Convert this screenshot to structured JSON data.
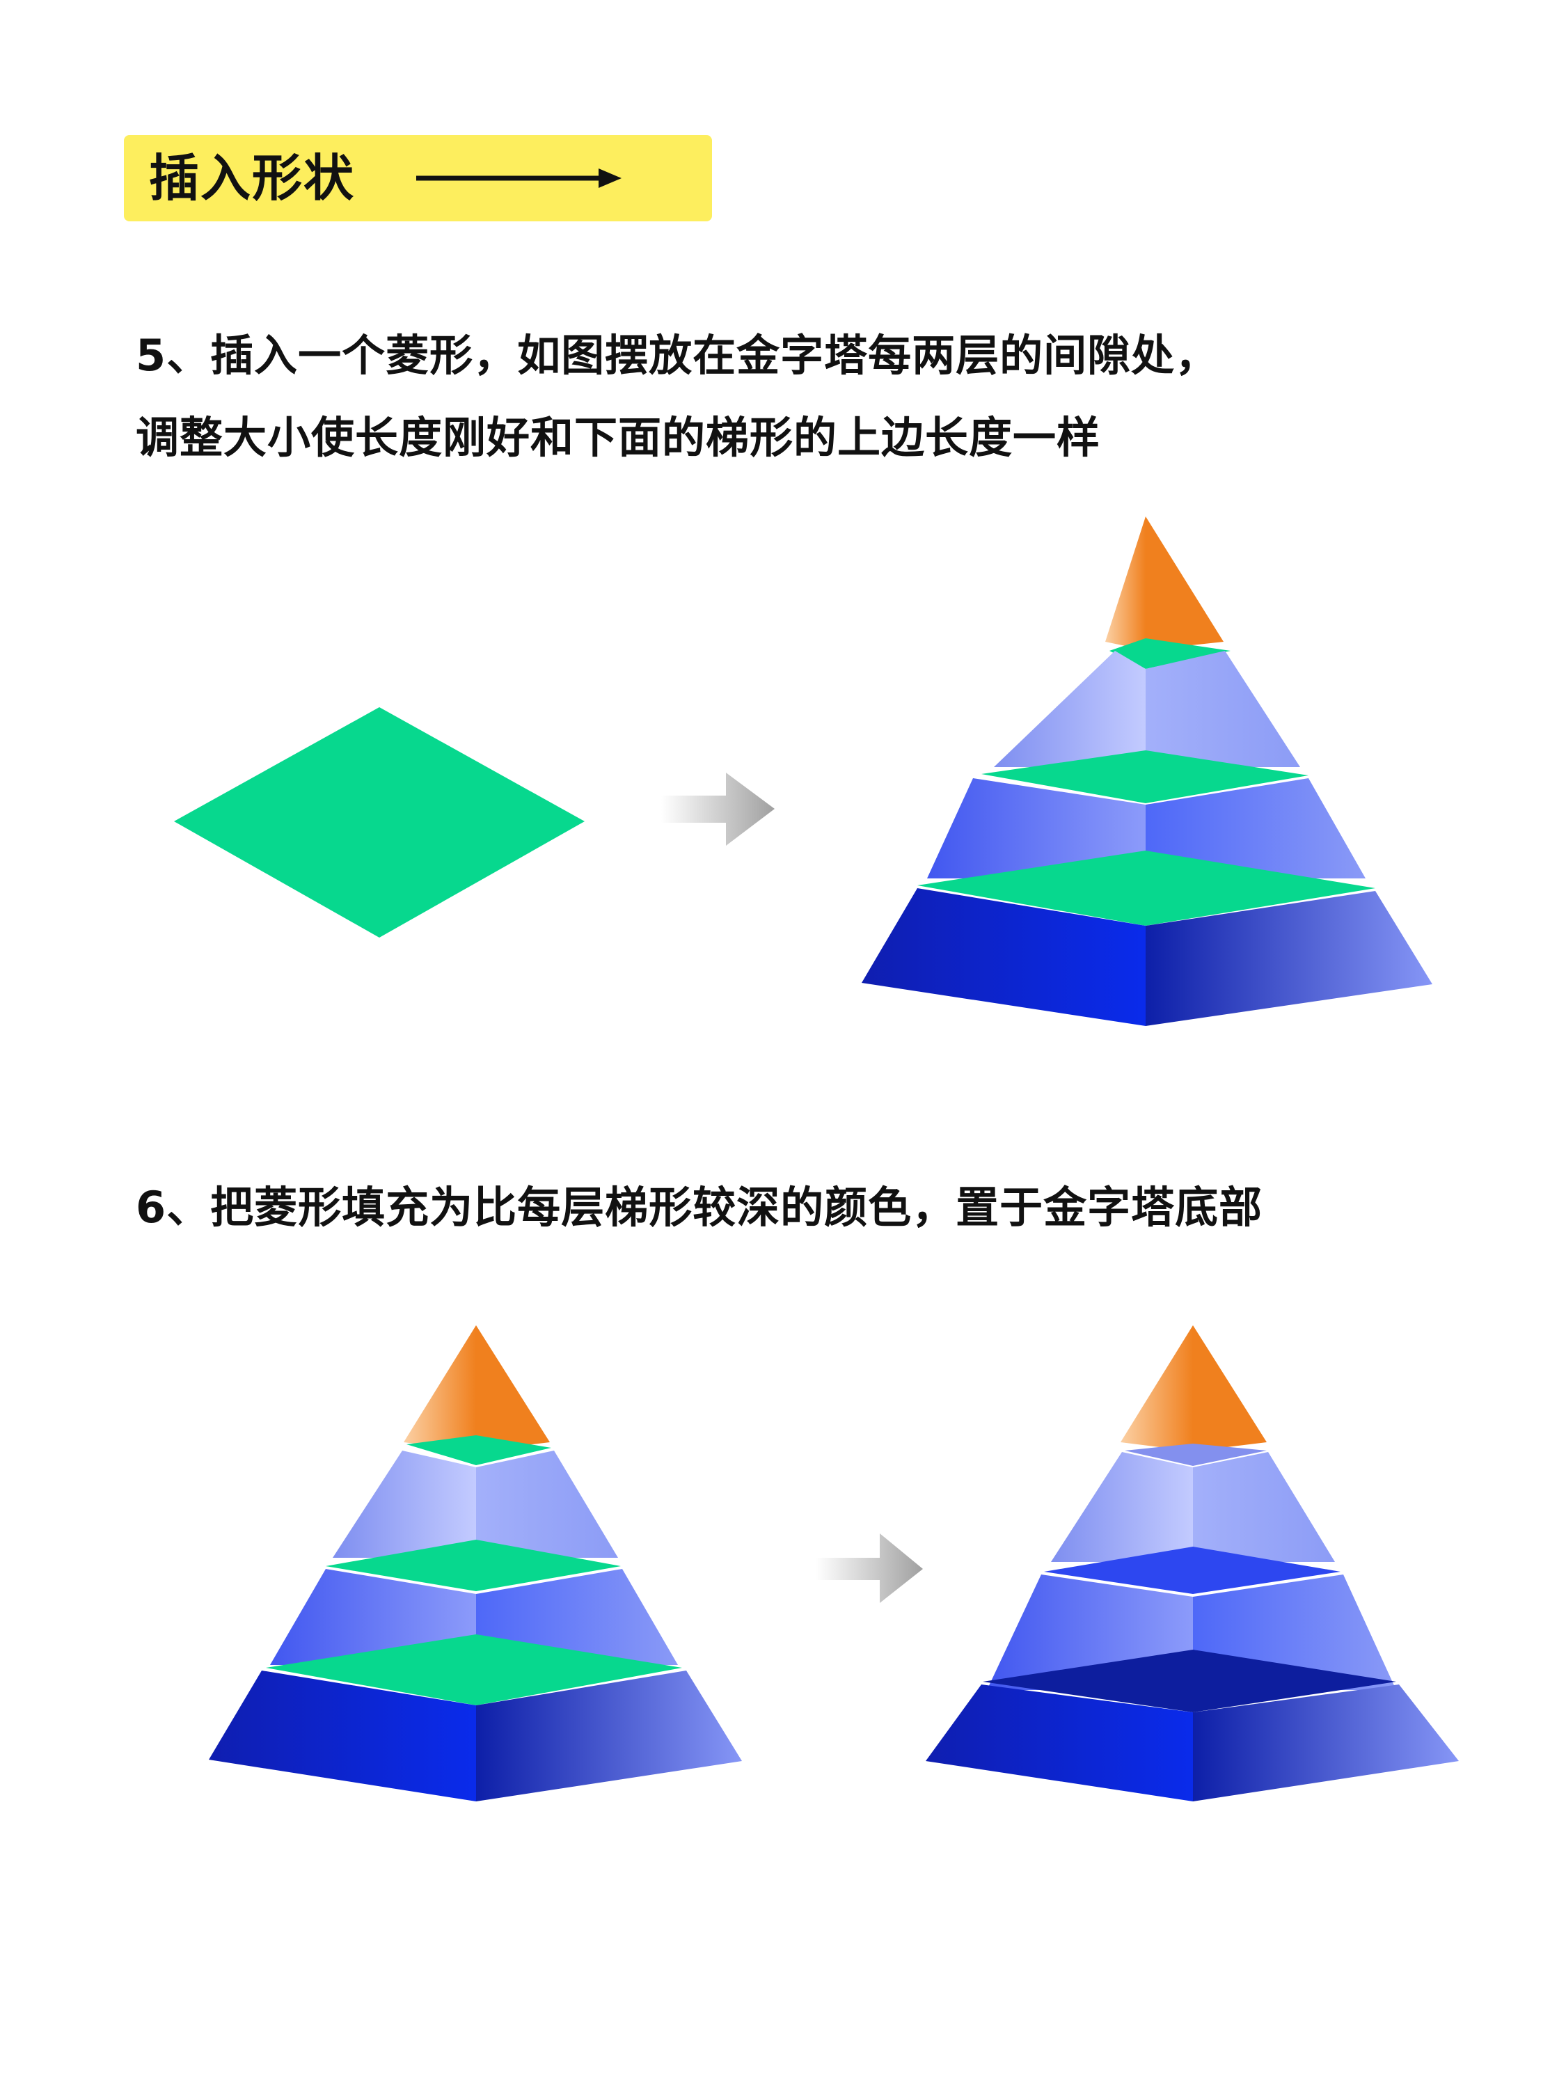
{
  "header": {
    "title": "插入形状",
    "bg_color": "#FDEE5E"
  },
  "step5": {
    "line1": "5、插入一个菱形，如图摆放在金字塔每两层的间隙处，",
    "line2": "调整大小使长度刚好和下面的梯形的上边长度一样"
  },
  "step6": {
    "line1": "6、把菱形填充为比每层梯形较深的颜色，置于金字塔底部"
  },
  "colors": {
    "rhombus": "#07D88E",
    "orange": "#F0801E",
    "orange_light": "#FBD0A4",
    "blue_light": "#A8B4FB",
    "blue_mid": "#5A73F5",
    "blue_dark": "#0B22C8",
    "blue_dark_edge": "#0A1E9C",
    "arrow_gray": "#A8A8A8"
  }
}
